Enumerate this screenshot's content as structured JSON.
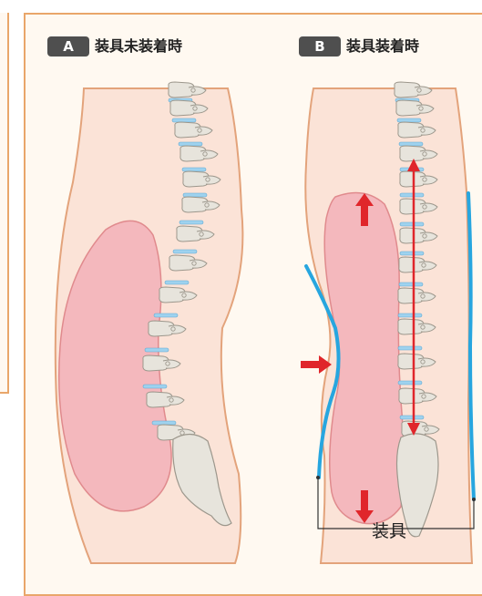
{
  "panel_a": {
    "badge": "A",
    "title": "装具未装着時"
  },
  "panel_b": {
    "badge": "B",
    "title": "装具装着時",
    "device_label": "装具"
  },
  "colors": {
    "frame_border": "#e9a66a",
    "body_fill": "#fbe3d7",
    "body_outline": "#e3a37b",
    "organ_fill": "#f4b8bd",
    "organ_outline": "#e08a8d",
    "bone_fill": "#e7e4dc",
    "bone_outline": "#9c978c",
    "disc_fill": "#9fd2ee",
    "device_color": "#27a6df",
    "arrow_red": "#e0262b"
  },
  "icons": [
    "spine-vertebrae-icon",
    "arrow-up-icon",
    "arrow-down-icon",
    "arrow-right-icon",
    "double-arrow-icon"
  ]
}
